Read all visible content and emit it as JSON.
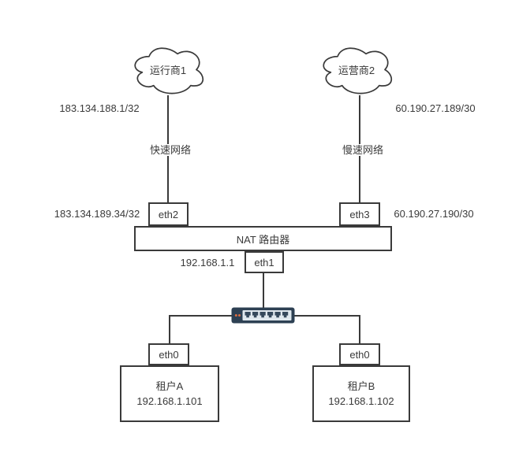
{
  "diagram": {
    "isps": [
      {
        "label": "运行商1",
        "wan_ip": "183.134.188.1/32",
        "link_label": "快速网络",
        "port": "eth2",
        "port_ip": "183.134.189.34/32"
      },
      {
        "label": "运营商2",
        "wan_ip": "60.190.27.189/30",
        "link_label": "慢速网络",
        "port": "eth3",
        "port_ip": "60.190.27.190/30"
      }
    ],
    "router": {
      "label": "NAT 路由器",
      "lan_port": "eth1",
      "lan_ip": "192.168.1.1"
    },
    "tenants": [
      {
        "port": "eth0",
        "name": "租户A",
        "ip": "192.168.1.101"
      },
      {
        "port": "eth0",
        "name": "租户B",
        "ip": "192.168.1.102"
      }
    ],
    "colors": {
      "stroke": "#3a3a3a",
      "switch_body": "#2d4053",
      "switch_panel": "#dfe8ee",
      "switch_port": "#35495c",
      "switch_led": "#d96c41",
      "background": "#ffffff"
    }
  }
}
